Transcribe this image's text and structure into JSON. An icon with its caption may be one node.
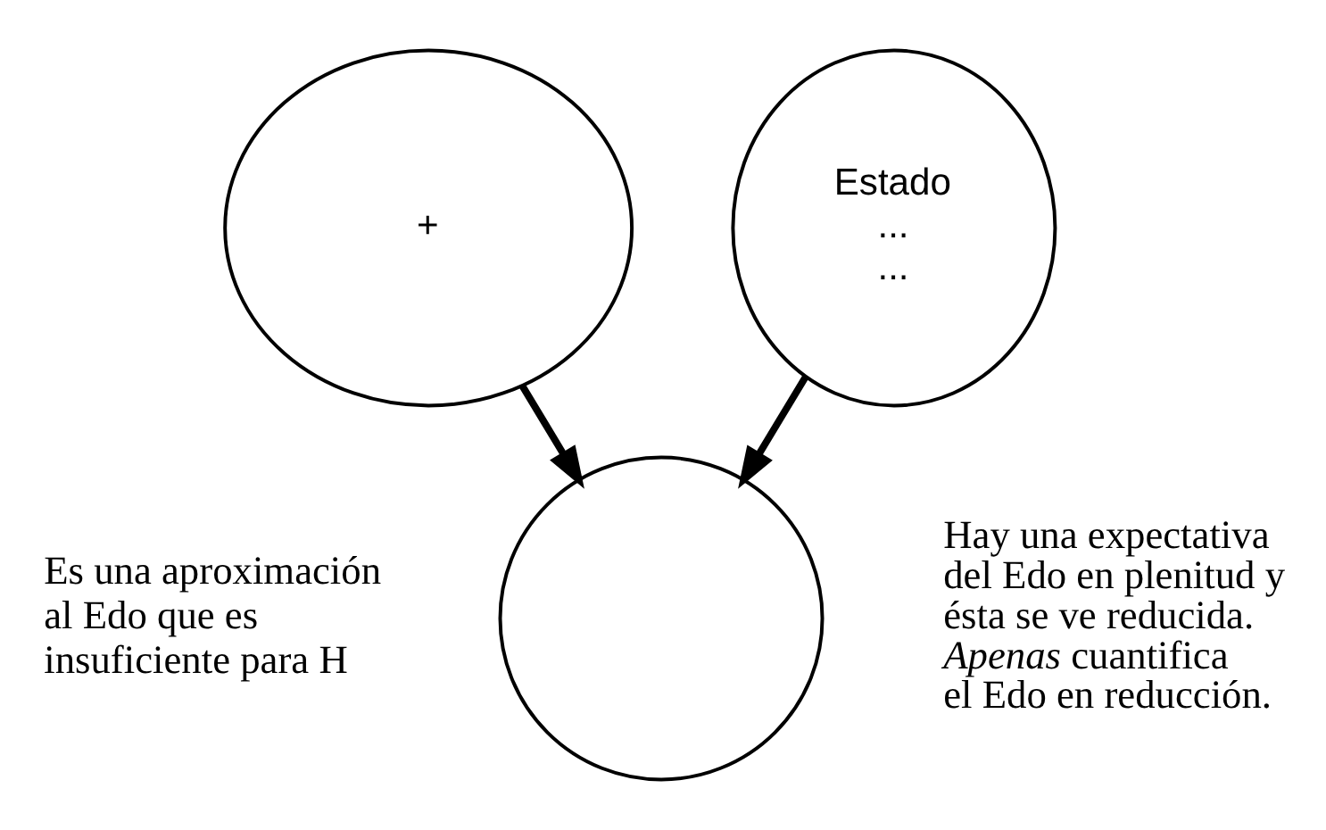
{
  "diagram": {
    "nodes": [
      {
        "text": [
          "+"
        ]
      },
      {
        "text": [
          "Estado",
          "...",
          "..."
        ]
      },
      {
        "text": [],
        "shape": "circle"
      }
    ],
    "edges": [
      {
        "from": 0,
        "to": 2,
        "arrow": "to"
      },
      {
        "from": 1,
        "to": 2,
        "arrow": "to"
      }
    ],
    "labels": [
      "Es una aproximación al Edo que es insuficiente para H",
      "Hay una expectativa del Edo en plenitud y ésta se ve reducida. *Apenas* cuantifica el Edo en reducción."
    ]
  }
}
